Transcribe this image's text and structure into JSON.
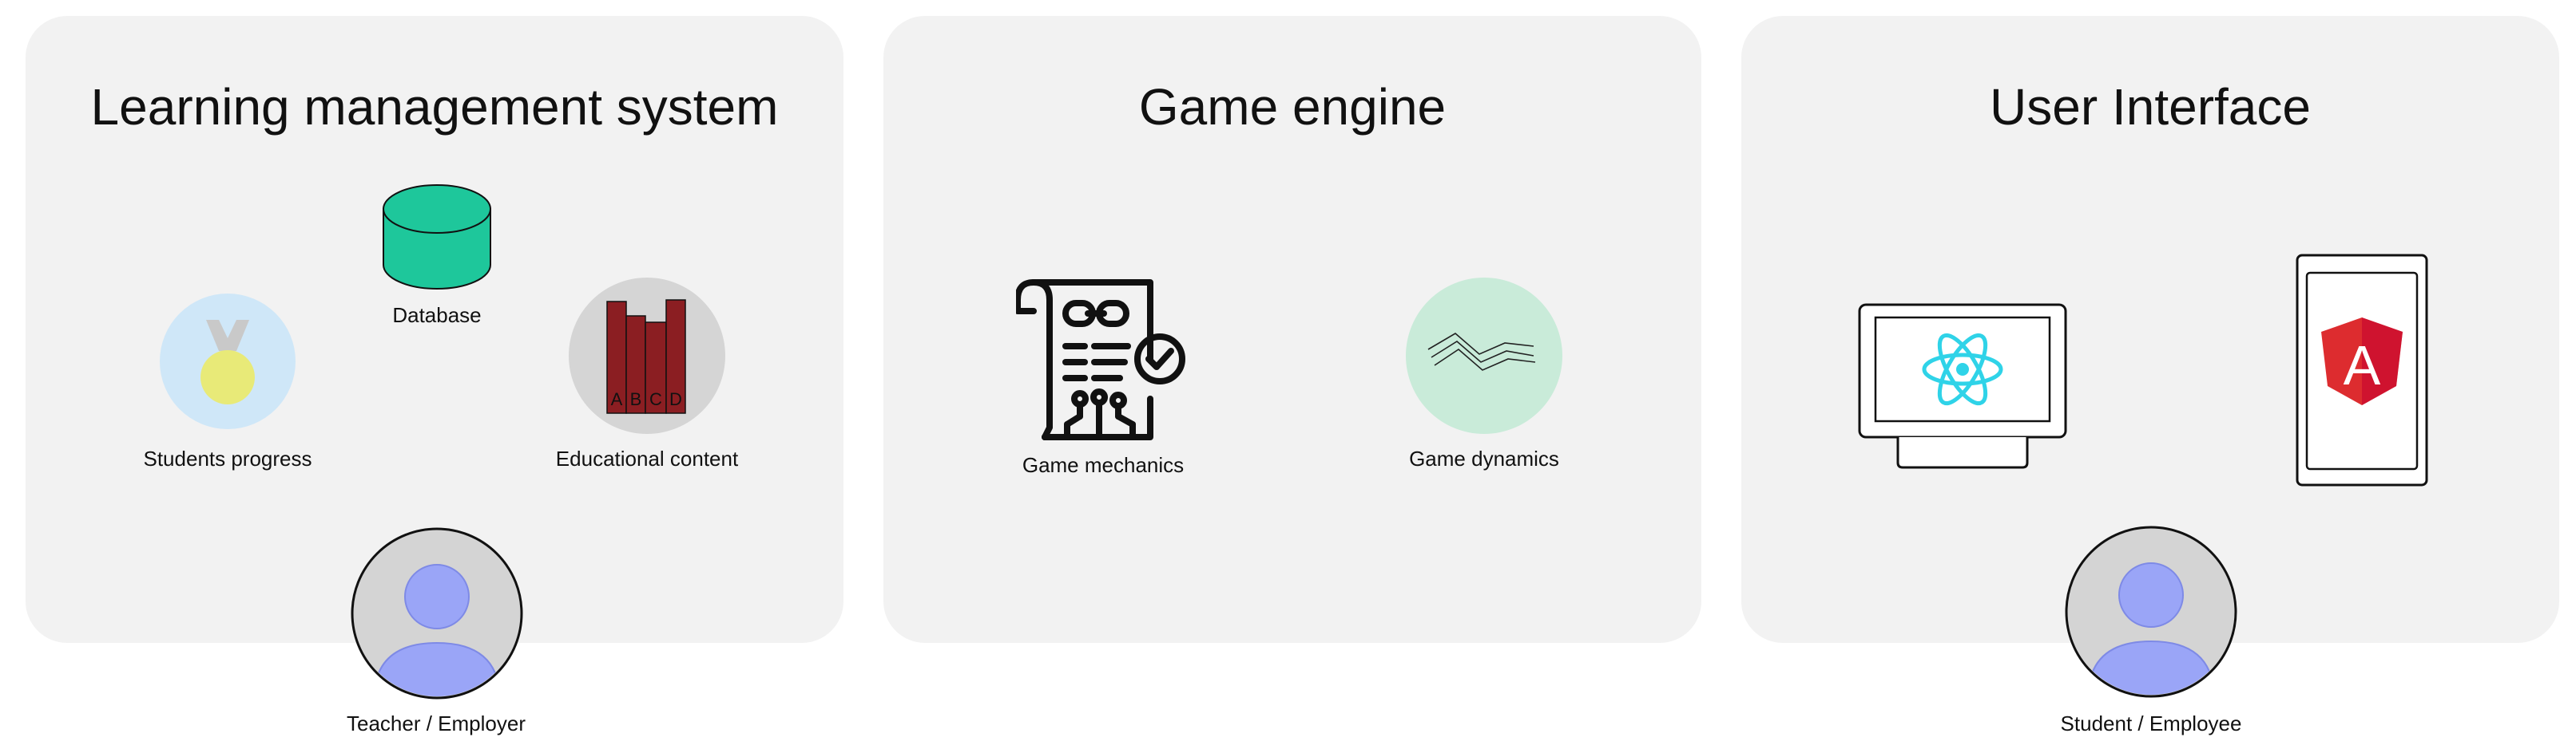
{
  "panels": {
    "lms": {
      "title": "Learning management system",
      "database_label": "Database",
      "progress_label": "Students progress",
      "content_label": "Educational content",
      "book_letters": [
        "A",
        "B",
        "C",
        "D"
      ]
    },
    "engine": {
      "title": "Game engine",
      "mechanics_label": "Game mechanics",
      "dynamics_label": "Game dynamics"
    },
    "ui": {
      "title": "User Interface",
      "angular_letter": "A"
    }
  },
  "actors": {
    "teacher_label": "Teacher / Employer",
    "student_label": "Student / Employee"
  },
  "colors": {
    "panel_bg": "#f2f2f2",
    "database": "#1ec79b",
    "medal_circle": "#cfe7f8",
    "medal_yellow": "#e8ea78",
    "book_circle": "#d5d5d5",
    "book_red": "#8b1e22",
    "dynamics_circle": "#c9ebd9",
    "avatar_bg": "#d4d4d4",
    "avatar_person": "#9aa5f7",
    "react_cyan": "#2fd3e8",
    "angular_red": "#dd2c2f"
  },
  "icons": [
    "database-icon",
    "medal-icon",
    "books-icon",
    "mechanics-document-icon",
    "dynamics-lines-icon",
    "monitor-react-icon",
    "phone-angular-icon",
    "user-avatar-icon"
  ]
}
